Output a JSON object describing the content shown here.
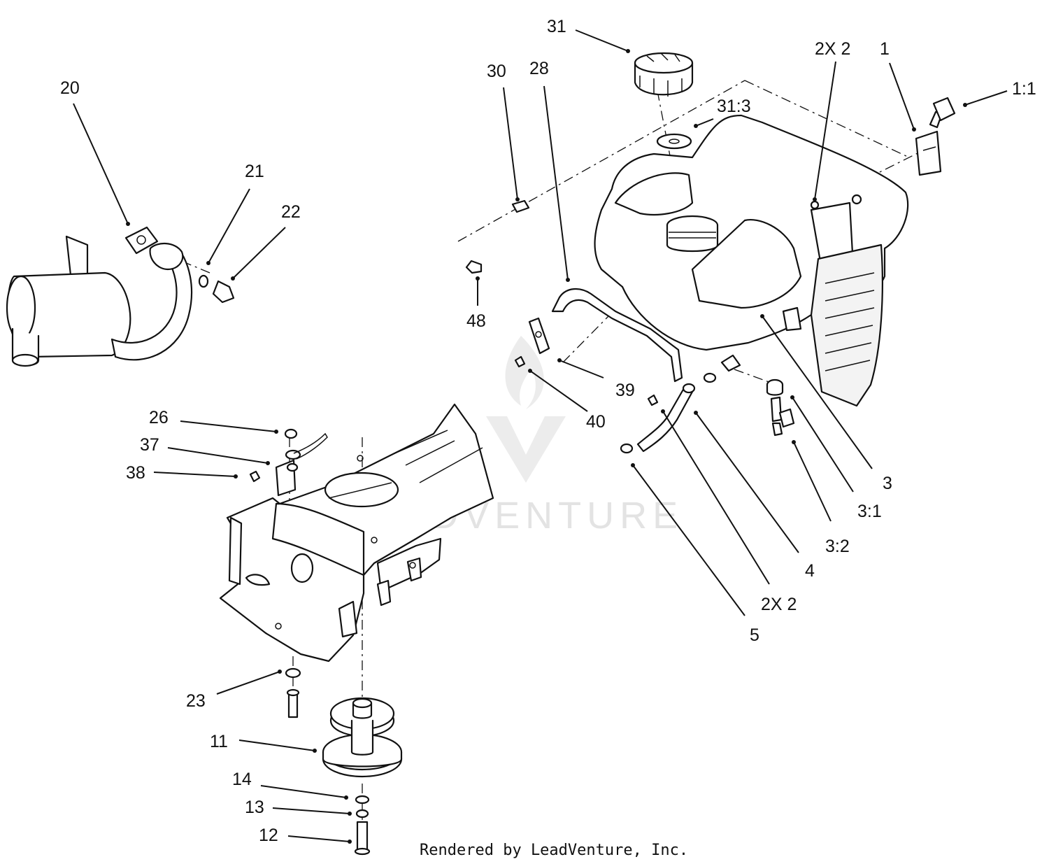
{
  "callouts": [
    {
      "id": "c31",
      "text": "31"
    },
    {
      "id": "c30",
      "text": "30"
    },
    {
      "id": "c28",
      "text": "28"
    },
    {
      "id": "c2x2a",
      "text": "2X 2"
    },
    {
      "id": "c1",
      "text": "1"
    },
    {
      "id": "c11a",
      "text": "1:1"
    },
    {
      "id": "c313",
      "text": "31:3"
    },
    {
      "id": "c20",
      "text": "20"
    },
    {
      "id": "c21",
      "text": "21"
    },
    {
      "id": "c22",
      "text": "22"
    },
    {
      "id": "c48",
      "text": "48"
    },
    {
      "id": "c39",
      "text": "39"
    },
    {
      "id": "c40",
      "text": "40"
    },
    {
      "id": "c26",
      "text": "26"
    },
    {
      "id": "c37",
      "text": "37"
    },
    {
      "id": "c38",
      "text": "38"
    },
    {
      "id": "c3",
      "text": "3"
    },
    {
      "id": "c31b",
      "text": "3:1"
    },
    {
      "id": "c32",
      "text": "3:2"
    },
    {
      "id": "c4",
      "text": "4"
    },
    {
      "id": "c2x2b",
      "text": "2X 2"
    },
    {
      "id": "c5",
      "text": "5"
    },
    {
      "id": "c23",
      "text": "23"
    },
    {
      "id": "c11",
      "text": "11"
    },
    {
      "id": "c14",
      "text": "14"
    },
    {
      "id": "c13",
      "text": "13"
    },
    {
      "id": "c12",
      "text": "12"
    }
  ],
  "footer": "Rendered by LeadVenture, Inc.",
  "watermark": "LEADVENTURE",
  "colors": {
    "ink": "#111111",
    "watermark": "#e3e3e3",
    "background": "#ffffff"
  }
}
